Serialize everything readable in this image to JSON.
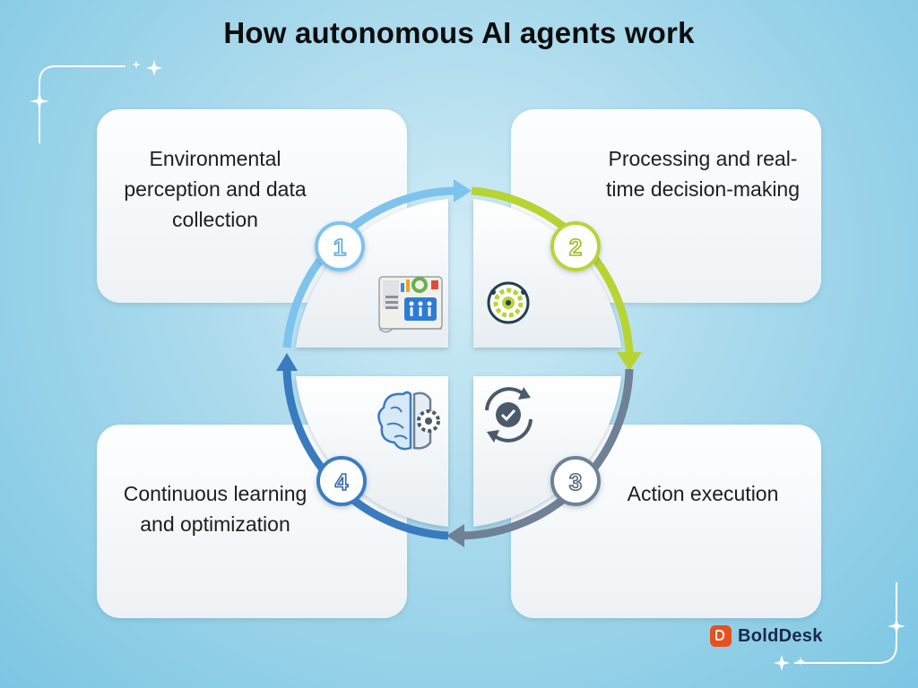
{
  "title": "How autonomous AI agents work",
  "steps": [
    {
      "number": "1",
      "label": "Environmental perception and data collection",
      "color": "#7ec3ee",
      "icon": "report-chart-icon"
    },
    {
      "number": "2",
      "label": "Processing and real-time decision-making",
      "color": "#b7d434",
      "icon": "decision-gears-icon"
    },
    {
      "number": "3",
      "label": "Action execution",
      "color": "#6e8196",
      "icon": "cycle-check-icon"
    },
    {
      "number": "4",
      "label": "Continuous learning and optimization",
      "color": "#3a7bc0",
      "icon": "brain-gear-icon"
    }
  ],
  "brand": {
    "name": "BoldDesk",
    "accent": "#e8501f"
  }
}
